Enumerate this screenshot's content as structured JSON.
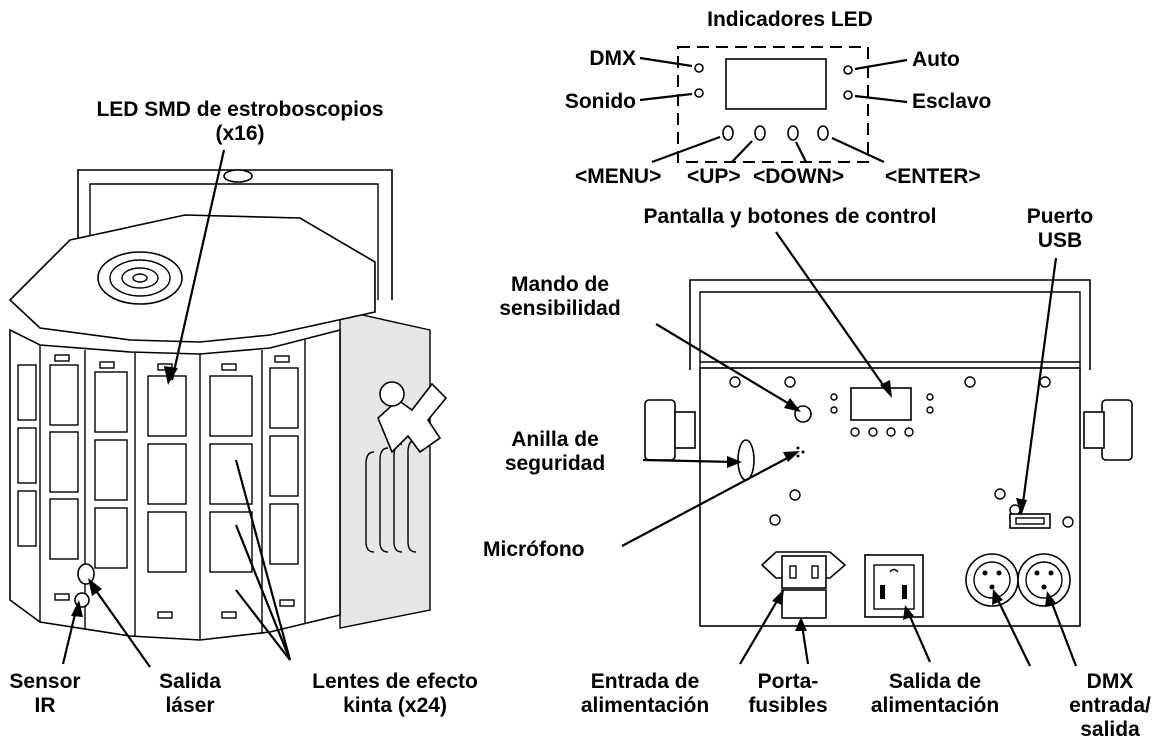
{
  "labels": {
    "indicadores_led": "Indicadores LED",
    "dmx": "DMX",
    "auto": "Auto",
    "sonido": "Sonido",
    "esclavo": "Esclavo",
    "menu": "<MENU>",
    "up": "<UP>",
    "down": "<DOWN>",
    "enter": "<ENTER>",
    "pantalla": "Pantalla y botones de control",
    "led_smd_1": "LED SMD de estroboscopios",
    "led_smd_2": "(x16)",
    "puerto_1": "Puerto",
    "puerto_2": "USB",
    "mando_1": "Mando de",
    "mando_2": "sensibilidad",
    "anilla_1": "Anilla de",
    "anilla_2": "seguridad",
    "microfono": "Micrófono",
    "sensor_1": "Sensor",
    "sensor_2": "IR",
    "salida_laser_1": "Salida",
    "salida_laser_2": "láser",
    "lentes_1": "Lentes de efecto",
    "lentes_2": "kinta (x24)",
    "entrada_alim_1": "Entrada de",
    "entrada_alim_2": "alimentación",
    "porta_1": "Porta-",
    "porta_2": "fusibles",
    "salida_alim_1": "Salida de",
    "salida_alim_2": "alimentación",
    "dmx_io_1": "DMX",
    "dmx_io_2": "entrada/",
    "dmx_io_3": "salida"
  }
}
